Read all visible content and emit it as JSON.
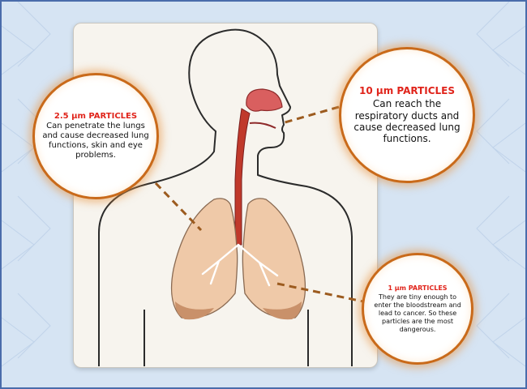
{
  "callouts": [
    {
      "title": "2.5 µm PARTICLES",
      "body": "Can penetrate the lungs and cause decreased lung functions, skin and eye problems."
    },
    {
      "title": "10 µm PARTICLES",
      "body": "Can reach the respiratory ducts and cause decreased lung functions."
    },
    {
      "title": "1 µm PARTICLES",
      "body": "They are tiny enough to enter the bloodstream and lead to cancer. So these particles are the most dangerous."
    }
  ],
  "colors": {
    "title_red": "#e0241b",
    "bubble_border": "#c96a1a",
    "leader_line": "#9c5b1f",
    "lung_fill": "#efc9a8",
    "airway_red": "#c0392b",
    "background_blue": "#d6e4f3",
    "frame_border": "#4a6cab"
  }
}
